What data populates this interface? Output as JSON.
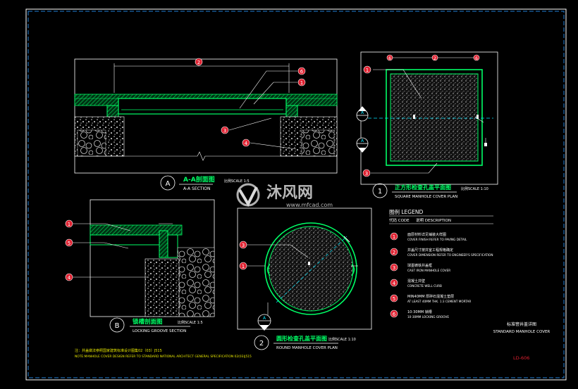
{
  "sheet": {
    "number": "LD-606",
    "title_cn": "标准窨井盖详图",
    "title_en": "STANDARD MANHOLE COVER"
  },
  "views": {
    "section_aa": {
      "letter": "A",
      "title_cn": "A-A剖面图",
      "title_en": "A-A SECTION",
      "scale": "比例SCALE 1:5"
    },
    "square_plan": {
      "letter": "1",
      "title_cn": "正方形检查孔盖平面图",
      "title_en": "SQUARE MANHOLE COVER PLAN",
      "scale": "比例SCALE 1:10"
    },
    "groove_section": {
      "letter": "B",
      "title_cn": "锁槽剖面图",
      "title_en": "LOCKING GROOVE SECTION",
      "scale": "比例SCALE 1:5"
    },
    "round_plan": {
      "letter": "2",
      "title_cn": "圆形检查孔盖平面图",
      "title_en": "ROUND MANHOLE COVER PLAN",
      "scale": "比例SCALE 1:10"
    }
  },
  "section_marks": {
    "top": "A",
    "bottom": "A",
    "round": "A"
  },
  "callouts": {
    "one": "1",
    "two": "2",
    "three": "3",
    "four": "4",
    "five": "5",
    "six": "6"
  },
  "legend": {
    "title": "图例 LEGEND",
    "code_header": "代码 CODE",
    "desc_header": "说明 DESCRIPTION",
    "items": [
      {
        "code": "1",
        "cn": "面层材料详见铺装大样图",
        "en": "COVER FINISH REFER TO PAVING DETAIL"
      },
      {
        "code": "2",
        "cn": "井盖尺寸按井室工程规格确定",
        "en": "COVER DIMENSION REFER TO ENGINEER'S SPECIFICATION"
      },
      {
        "code": "3",
        "cn": "球墨铸铁井盖框",
        "en": "CAST IRON MANHOLE COVER"
      },
      {
        "code": "4",
        "cn": "混凝土井壁",
        "en": "CONCRETE WELL CURB"
      },
      {
        "code": "5",
        "cn": "MIN40MM 厚碎石混凝土垫层",
        "en": "AT LEAST 40MM THK. 1:3 CEMENT MORTAR"
      },
      {
        "code": "6",
        "cn": "10-30MM 锁槽",
        "en": "10-30MM LOCKING GROOVE"
      }
    ]
  },
  "note": {
    "line1": "注：井盖做法参照国家建筑标准设计图集02（03）J515",
    "line2": "NOTE:MANHOLE COVER DESIGN REFER TO STANDARD NATIONAL ARCHITECT GENERAL SPECIFICATION 02(03)J515"
  },
  "watermark": {
    "brand_cn": "沐风网",
    "url": "www.mfcad.com"
  },
  "colors": {
    "frame": "#ffffff",
    "border": "#1f7fd8",
    "line": "#00ff66",
    "cyan": "#00e5ff",
    "callout": "#e02030",
    "hatch": "#d8d8d8",
    "text": "#ffffff"
  }
}
